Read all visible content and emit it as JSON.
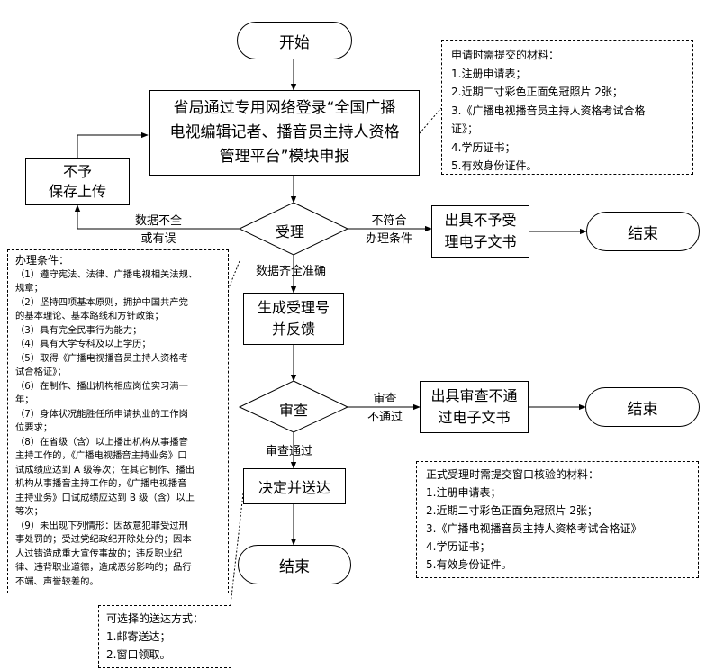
{
  "start": "开始",
  "submit": {
    "lines": [
      "省局通过专用网络登录“全国广播",
      "电视编辑记者、播音员主持人资格",
      "管理平台”模块申报"
    ]
  },
  "apply_materials": {
    "title": "申请时需提交的材料：",
    "items": [
      "1.注册申请表；",
      "2.近期二寸彩色正面免冠照片 2张；",
      "3.《广播电视播音员主持人资格考试合格",
      "证》；",
      "4.学历证书；",
      "5.有效身份证件。"
    ]
  },
  "reject_save": {
    "lines": [
      "不予",
      "保存上传"
    ]
  },
  "accept": "受理",
  "label_incomplete": {
    "lines": [
      "数据不全",
      "或有误"
    ]
  },
  "label_not_conform": {
    "lines": [
      "不符合",
      "办理条件"
    ]
  },
  "no_accept_doc": {
    "lines": [
      "出具不予受",
      "理电子文书"
    ]
  },
  "end1": "结束",
  "label_complete": "数据齐全准确",
  "conditions": {
    "lines": [
      "办理条件：",
      "（1）遵守宪法、法律、广播电视相关法规、",
      "规章；",
      "（2）坚持四项基本原则，拥护中国共产党",
      "的基本理论、基本路线和方针政策；",
      "（3）具有完全民事行为能力；",
      "（4）具有大学专科及以上学历；",
      "（5）取得《广播电视播音员主持人资格考",
      "试合格证》；",
      "（6）在制作、播出机构相应岗位实习满一",
      "年；",
      "（7）身体状况能胜任所申请执业的工作岗",
      "位要求；",
      "（8）在省级（含）以上播出机构从事播音",
      "主持工作的，《广播电视播音主持业务》口",
      "试成绩应达到 A 级等次；在其它制作、播出",
      "机构从事播音主持工作的，《广播电视播音",
      "主持业务》口试成绩应达到 B 级（含）以上",
      "等次；",
      "（9）未出现下列情形：因故意犯罪受过刑",
      "事处罚的；受过党纪政纪开除处分的；因本",
      "人过错造成重大宣传事故的；违反职业纪",
      "律、违背职业道德，造成恶劣影响的；品行",
      "不端、声誉较差的。"
    ]
  },
  "gen_number": {
    "lines": [
      "生成受理号",
      "并反馈"
    ]
  },
  "review": "审查",
  "label_fail": {
    "lines": [
      "审查",
      "不通过"
    ]
  },
  "fail_doc": {
    "lines": [
      "出具审查不通",
      "过电子文书"
    ]
  },
  "end2": "结束",
  "label_pass": "审查通过",
  "decide": "决定并送达",
  "end3": "结束",
  "window_materials": {
    "title": "正式受理时需提交窗口核验的材料：",
    "items": [
      "1.注册申请表；",
      "2.近期二寸彩色正面免冠照片 2张；",
      "3.《广播电视播音员主持人资格考试合格证》",
      "4.学历证书；",
      "5.有效身份证件。"
    ]
  },
  "delivery": {
    "title": "可选择的送达方式：",
    "items": [
      "1.邮寄送达；",
      "2.窗口领取。"
    ]
  }
}
